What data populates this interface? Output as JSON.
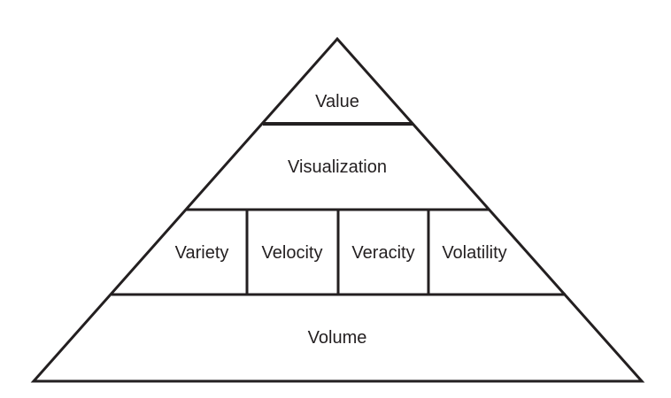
{
  "pyramid": {
    "value": "Value",
    "visualization": "Visualization",
    "middle": [
      "Variety",
      "Velocity",
      "Veracity",
      "Volatility"
    ],
    "volume": "Volume"
  },
  "colors": {
    "line": "#231f20",
    "background": "#ffffff"
  }
}
